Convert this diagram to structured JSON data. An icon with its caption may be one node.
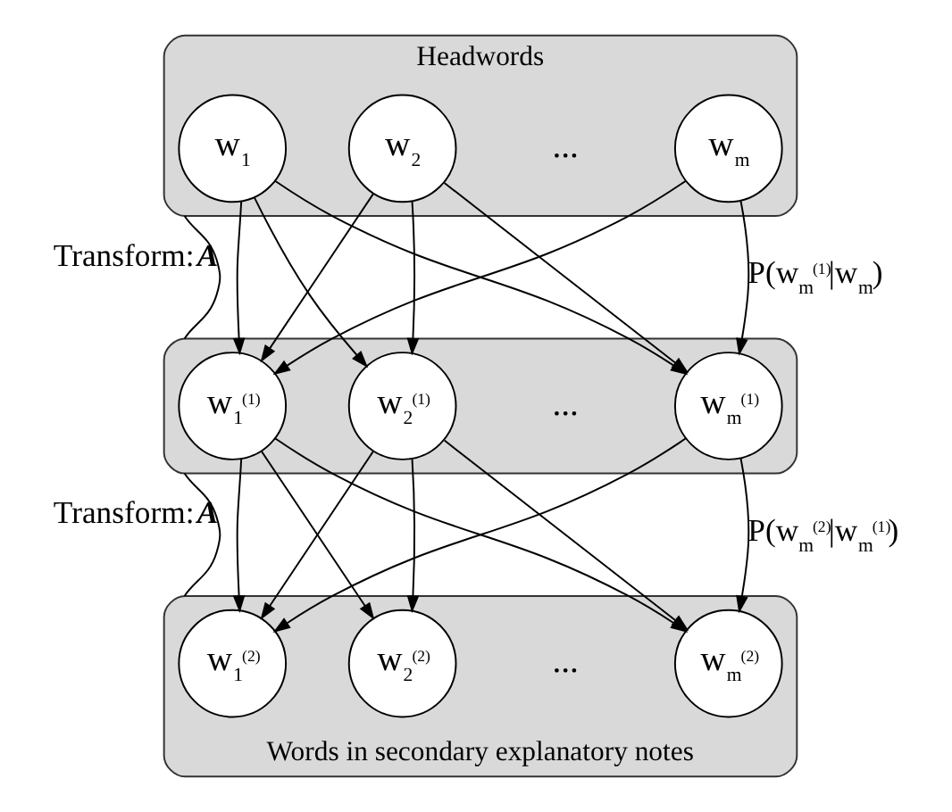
{
  "diagram": {
    "nodes": [
      {
        "text": [
          "Headwords"
        ]
      },
      {
        "text": [
          "w$_{1}$"
        ],
        "in": 0
      },
      {
        "text": [
          "w$_{2}$"
        ],
        "in": 0
      },
      {
        "text": [
          "w$_{m}$"
        ],
        "in": 0
      },
      {
        "text": [],
        "shape": "box"
      },
      {
        "text": [
          "w$_{1}$$^{(1)}$"
        ],
        "in": 4
      },
      {
        "text": [
          "w$_{2}$$^{(1)}$"
        ],
        "in": 4
      },
      {
        "text": [
          "w$_{m}$$^{(1)}$"
        ],
        "in": 4
      },
      {
        "text": [
          "Words in secondary explanatory notes"
        ]
      },
      {
        "text": [
          "w$_{1}$$^{(2)}$"
        ],
        "in": 8
      },
      {
        "text": [
          "w$_{2}$$^{(2)}$"
        ],
        "in": 8
      },
      {
        "text": [
          "w$_{m}$$^{(2)}$"
        ],
        "in": 8
      }
    ],
    "edges": [
      {
        "from": 1,
        "to": 5,
        "arrow": "to"
      },
      {
        "from": 1,
        "to": 6,
        "arrow": "to"
      },
      {
        "from": 1,
        "to": 7,
        "arrow": "to"
      },
      {
        "from": 2,
        "to": 5,
        "arrow": "to"
      },
      {
        "from": 2,
        "to": 6,
        "arrow": "to"
      },
      {
        "from": 2,
        "to": 7,
        "arrow": "to"
      },
      {
        "from": 3,
        "to": 5,
        "arrow": "to"
      },
      {
        "from": 3,
        "to": 7,
        "arrow": "to",
        "label": "P(w$_{m}$$^{(1)}$|w$_{m}$)"
      },
      {
        "from": 5,
        "to": 9,
        "arrow": "to"
      },
      {
        "from": 5,
        "to": 10,
        "arrow": "to"
      },
      {
        "from": 5,
        "to": 11,
        "arrow": "to"
      },
      {
        "from": 6,
        "to": 9,
        "arrow": "to"
      },
      {
        "from": 6,
        "to": 10,
        "arrow": "to"
      },
      {
        "from": 6,
        "to": 11,
        "arrow": "to"
      },
      {
        "from": 7,
        "to": 9,
        "arrow": "to"
      },
      {
        "from": 7,
        "to": 11,
        "arrow": "to",
        "label": "P(w$_{m}$$^{(2)}$|w$_{m}$$^{(1)}$)"
      },
      {
        "from": 0,
        "to": 4,
        "arrow": "none",
        "label": "Transform:**A**"
      },
      {
        "from": 4,
        "to": 8,
        "arrow": "none",
        "label": "Transform:**A**"
      }
    ],
    "labels": [
      "...",
      "...",
      "..."
    ]
  }
}
